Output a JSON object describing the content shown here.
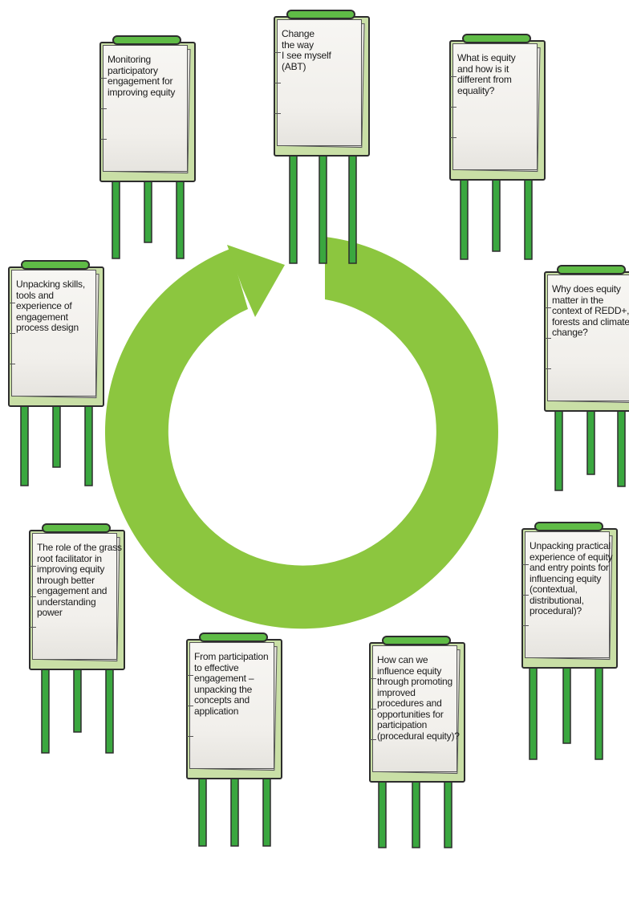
{
  "diagram": {
    "colors": {
      "cycle_arrow": "#8cc63f",
      "board": "#c9dfa6",
      "clip": "#5fbb46",
      "legs": "#3aa73f",
      "paper": "#f4f3f0",
      "outline": "#2d2d2d"
    },
    "flipcharts": [
      {
        "id": "change-way",
        "text": "Change\nthe way\nI see myself\n(ABT)"
      },
      {
        "id": "what-is-equity",
        "text": "What is equity\nand how is it\ndifferent from\nequality?"
      },
      {
        "id": "why-equity-matters",
        "text": "Why does equity\nmatter in the\ncontext of REDD+,\nforests and climate\nchange?"
      },
      {
        "id": "practical-experience",
        "text": "Unpacking practical\nexperience of equity\nand entry points for\ninfluencing equity\n(contextual,\ndistributional,\nprocedural)?"
      },
      {
        "id": "influence-equity",
        "text": "How can we\ninfluence equity\nthrough promoting\nimproved\nprocedures and\nopportunities for\nparticipation\n(procedural equity)?"
      },
      {
        "id": "participation-engagement",
        "text": "From participation\nto effective\nengagement –\nunpacking the\nconcepts and\napplication"
      },
      {
        "id": "grass-root-facilitator",
        "text": "The role of the grass\nroot facilitator in\nimproving equity\nthrough better\nengagement and\nunderstanding\npower"
      },
      {
        "id": "engagement-process-design",
        "text": "Unpacking skills,\ntools and\nexperience of\nengagement\nprocess design"
      },
      {
        "id": "monitoring-engagement",
        "text": "Monitoring\nparticipatory\nengagement for\nimproving equity"
      }
    ]
  }
}
